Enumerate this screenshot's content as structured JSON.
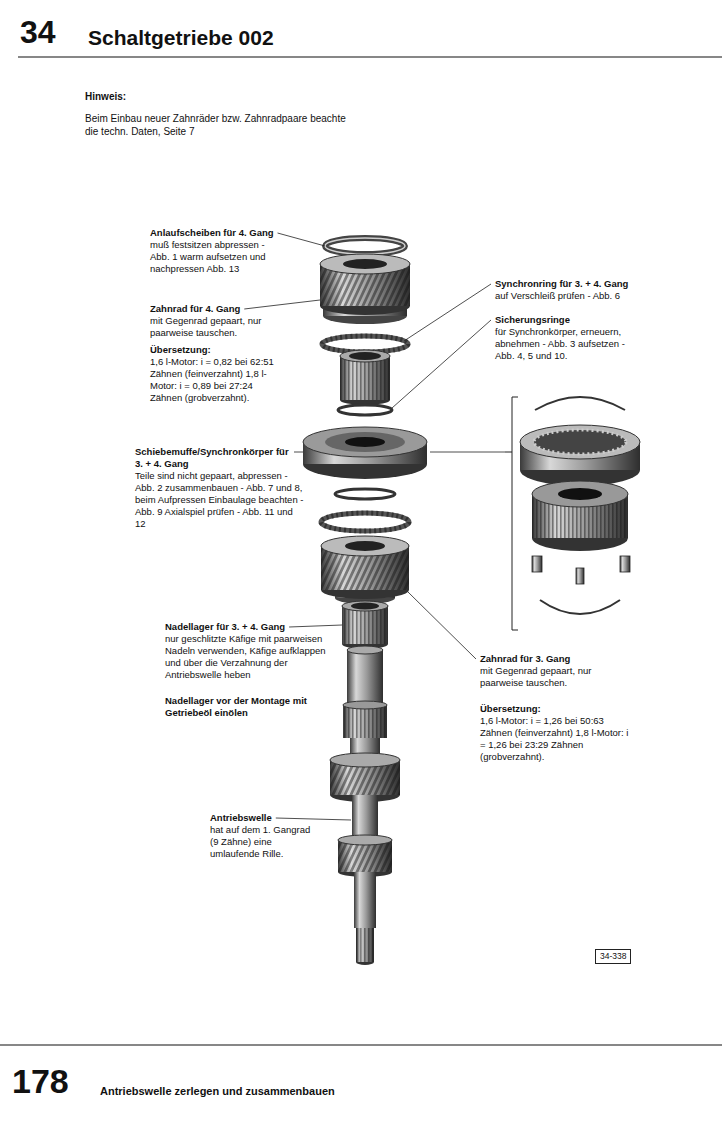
{
  "diagram": {
    "title": "Schaltgetriebe 002",
    "caption": "Antriebswelle zerlegen und zusammenbauen",
    "nodes": [
      {
        "text": [
          "34-338"
        ]
      }
    ],
    "edges": [],
    "labels": [
      "34",
      "Hinweis:",
      "Beim Einbau neuer Zahnräder bzw. Zahnradpaare beachte die techn. Daten, Seite 7",
      "Anlaufscheiben für 4. Gang",
      "muß festsitzen abpressen - Abb. 1 warm aufsetzen und nachpressen Abb. 13",
      "Zahnrad für 4. Gang",
      "mit Gegenrad gepaart, nur paarweise tauschen.",
      "Übersetzung:",
      "1,6 l-Motor: i = 0,82 bei 62:51 Zähnen (feinverzahnt) 1,8 l-Motor: i = 0,89 bei 27:24 Zähnen (grobverzahnt).",
      "Synchronring für 3. + 4. Gang",
      "auf Verschleiß prüfen - Abb. 6",
      "Sicherungsringe",
      "für Synchronkörper, erneuern, abnehmen - Abb. 3 aufsetzen - Abb. 4, 5 und 10.",
      "Schiebemuffe/Synchronkörper für 3. + 4. Gang",
      "Teile sind nicht gepaart, abpressen - Abb. 2 zusammenbauen - Abb. 7 und 8, beim Aufpressen Einbaulage beachten - Abb. 9 Axialspiel prüfen - Abb. 11 und 12",
      "Nadellager für 3. + 4. Gang",
      "nur geschlitzte Käfige mit paarweisen Nadeln verwenden, Käfige aufklappen und über die Verzahnung der Antriebswelle heben",
      "Nadellager vor der Montage mit Getriebeöl einölen",
      "Zahnrad für 3. Gang",
      "mit Gegenrad gepaart, nur paarweise tauschen.",
      "Übersetzung:",
      "1,6 l-Motor: i = 1,26 bei 50:63 Zähnen (feinverzahnt) 1,8 l-Motor: i = 1,26 bei 23:29 Zähnen (grobverzahnt).",
      "Antriebswelle",
      "hat auf dem 1. Gangrad (9 Zähne) eine umlaufende Rille.",
      "178"
    ]
  }
}
